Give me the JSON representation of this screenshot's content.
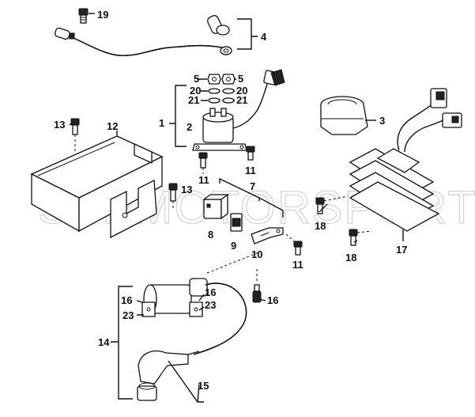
{
  "watermark": "SSPMOTORSPORTS",
  "callouts": {
    "c1": "1",
    "c2": "2",
    "c3": "3",
    "c4": "4",
    "c5a": "5",
    "c5b": "5",
    "c7": "7",
    "c8": "8",
    "c9": "9",
    "c10": "10",
    "c11a": "11",
    "c11b": "11",
    "c11c": "11",
    "c12": "12",
    "c13a": "13",
    "c13b": "13",
    "c14": "14",
    "c15": "15",
    "c16a": "16",
    "c16b": "16",
    "c16c": "16",
    "c17": "17",
    "c18a": "18",
    "c18b": "18",
    "c19": "19",
    "c20a": "20",
    "c20b": "20",
    "c21a": "21",
    "c21b": "21",
    "c23a": "23",
    "c23b": "23"
  }
}
